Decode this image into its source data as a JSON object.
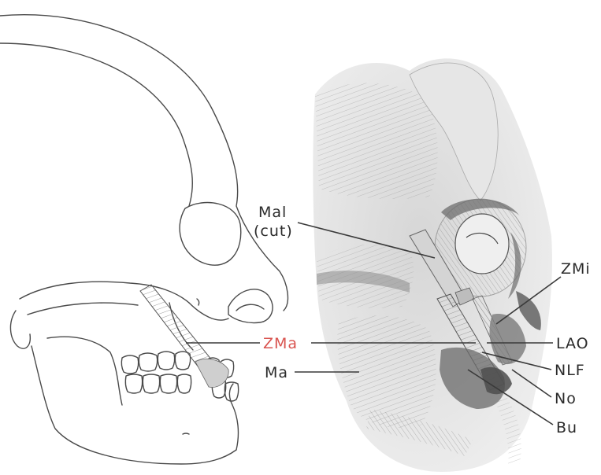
{
  "labels": {
    "mal": "Mal",
    "mal_cut": "(cut)",
    "zmi": "ZMi",
    "zma": "ZMa",
    "lao": "LAO",
    "ma": "Ma",
    "nlf": "NLF",
    "no": "No",
    "bu": "Bu"
  },
  "colors": {
    "background": "#ffffff",
    "line": "#3a3a3a",
    "label": "#2b2b2b",
    "highlight_label": "#d9534f",
    "muscle_shade": "#b9b9b9",
    "muscle_dark": "#6e6e6e"
  }
}
